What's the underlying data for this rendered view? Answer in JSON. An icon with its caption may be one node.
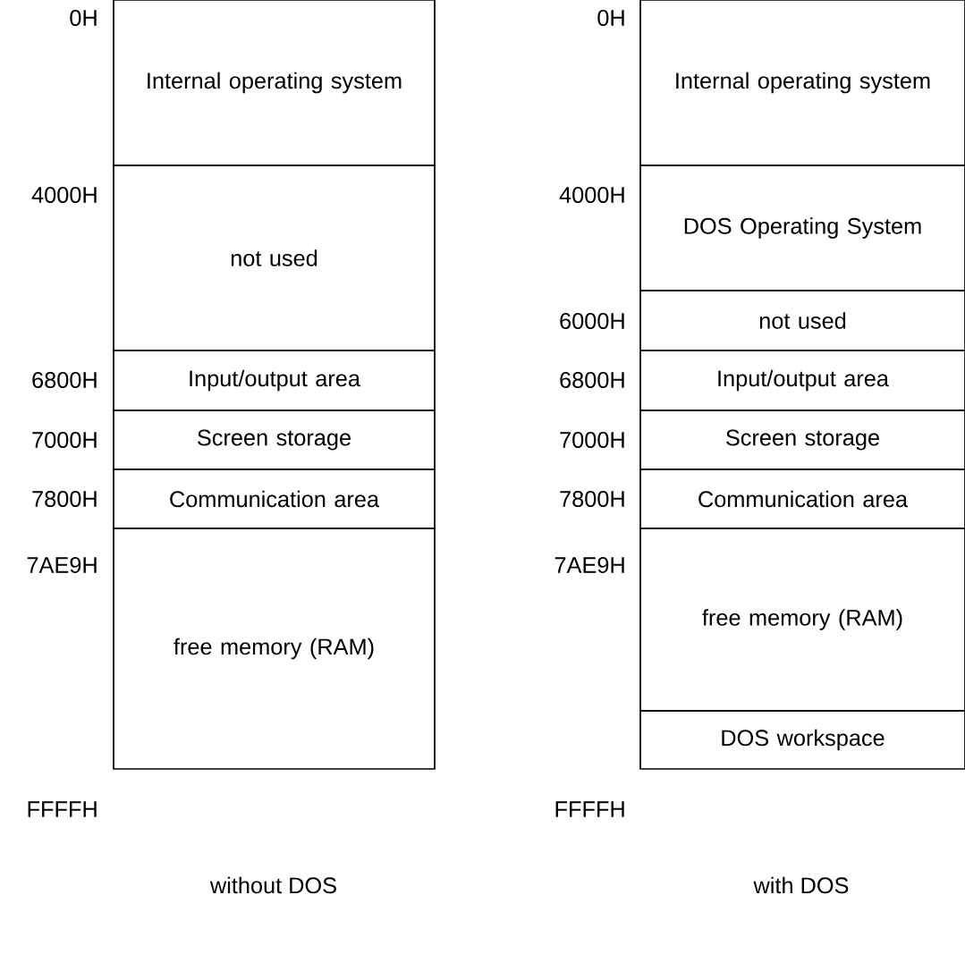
{
  "diagram": {
    "nodes": [
      {
        "text": [
          "Internal operating system"
        ]
      },
      {
        "text": [
          "not used"
        ]
      },
      {
        "text": [
          "Input/output area"
        ]
      },
      {
        "text": [
          "Screen storage"
        ]
      },
      {
        "text": [
          "Communication area"
        ]
      },
      {
        "text": [
          "free memory (RAM)"
        ]
      },
      {
        "text": [
          "Internal operating system"
        ]
      },
      {
        "text": [
          "DOS Operating System"
        ]
      },
      {
        "text": [
          "not used"
        ]
      },
      {
        "text": [
          "Input/output area"
        ]
      },
      {
        "text": [
          "Screen storage"
        ]
      },
      {
        "text": [
          "Communication area"
        ]
      },
      {
        "text": [
          "free memory (RAM)"
        ]
      },
      {
        "text": [
          "DOS workspace"
        ]
      }
    ],
    "labels": [
      "0H",
      "0H",
      "4000H",
      "4000H",
      "6000H",
      "6800H",
      "6800H",
      "7000H",
      "7000H",
      "7800H",
      "7800H",
      "7AE9H",
      "7AE9H",
      "FFFFH",
      "FFFFH",
      "without DOS",
      "with DOS"
    ]
  }
}
